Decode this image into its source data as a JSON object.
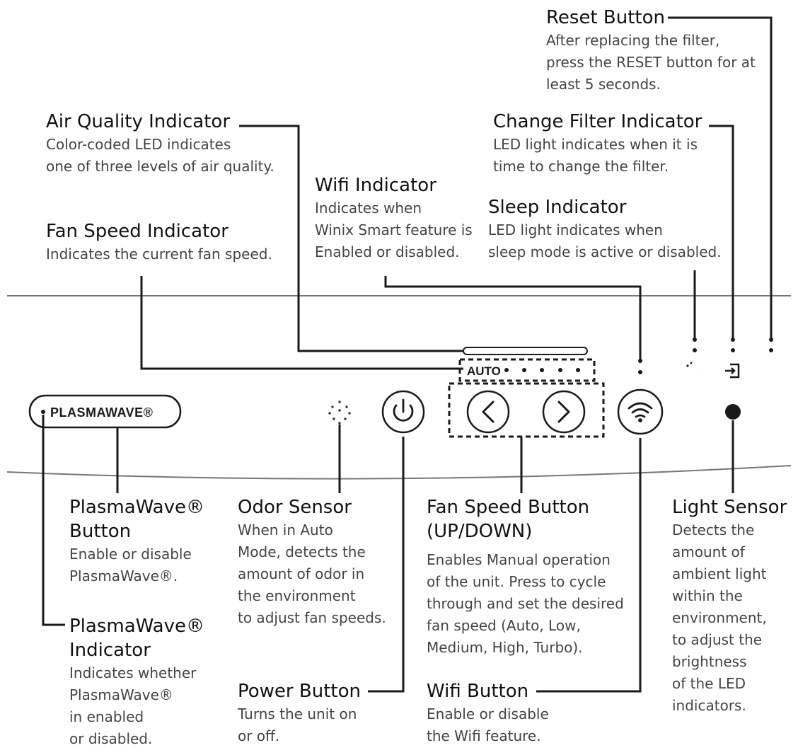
{
  "callouts": {
    "reset_button": {
      "title": "Reset Button",
      "desc": "After replacing the filter,\npress the RESET button for at\nleast 5 seconds."
    },
    "air_quality_indicator": {
      "title": "Air Quality Indicator",
      "desc": "Color-coded LED indicates\none of three levels of air quality."
    },
    "change_filter_indicator": {
      "title": "Change Filter Indicator",
      "desc": "LED light indicates when it is\ntime to change the filter."
    },
    "wifi_indicator": {
      "title": "Wifi Indicator",
      "desc": "Indicates when\nWinix Smart feature is\nEnabled or disabled."
    },
    "sleep_indicator": {
      "title": "Sleep Indicator",
      "desc": "LED light indicates when\nsleep mode is active or disabled."
    },
    "fan_speed_indicator": {
      "title": "Fan Speed Indicator",
      "desc": "Indicates the current fan speed."
    },
    "plasmawave_button": {
      "title": "PlasmaWave®\nButton",
      "desc": "Enable or disable\nPlasmaWave®."
    },
    "plasmawave_indicator": {
      "title": "PlasmaWave®\nIndicator",
      "desc": "Indicates whether\nPlasmaWave®\nin enabled\nor disabled."
    },
    "odor_sensor": {
      "title": "Odor Sensor",
      "desc": "When in Auto\nMode, detects the\namount of odor in\nthe environment\nto adjust fan speeds."
    },
    "power_button": {
      "title": "Power Button",
      "desc": "Turns the unit on\nor off."
    },
    "fan_speed_button": {
      "title": "Fan Speed Button\n(UP/DOWN)",
      "desc": "Enables Manual operation\nof the unit. Press to cycle\nthrough and set the desired\nfan speed (Auto, Low,\nMedium, High, Turbo)."
    },
    "wifi_button": {
      "title": "Wifi Button",
      "desc": "Enable or disable\nthe Wifi feature."
    },
    "light_sensor": {
      "title": "Light Sensor",
      "desc": "Detects the\namount of\nambient light\nwithin the\nenvironment,\nto adjust the\nbrightness\nof the LED\nindicators."
    }
  },
  "panel": {
    "plasmawave_label": "PLASMAWAVE®",
    "auto_label": "AUTO"
  },
  "icons": {
    "power": "power-icon",
    "fan_down": "chevron-left-icon",
    "fan_up": "chevron-right-icon",
    "wifi": "wifi-icon",
    "sleep": "moon-icon",
    "filter": "filter-icon",
    "light_sensor": "circle-icon",
    "odor_sensor": "dotted-sensor-icon"
  }
}
